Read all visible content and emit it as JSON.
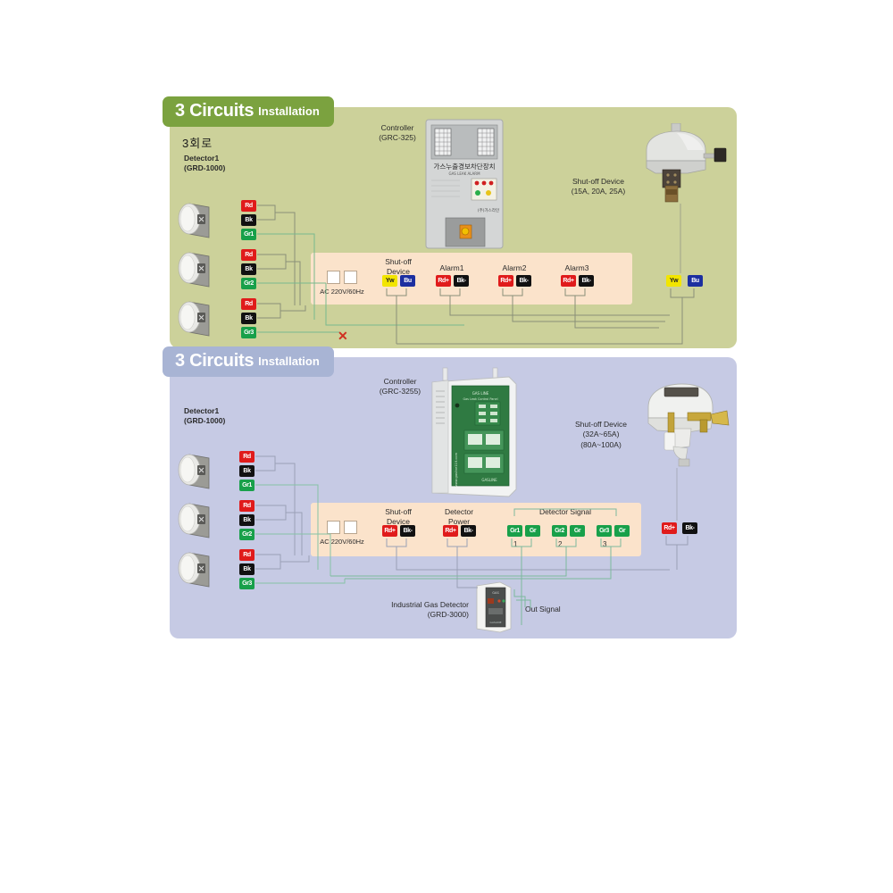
{
  "panels": [
    {
      "id": "top",
      "title_main": "3 Circuits",
      "title_sub": "Installation",
      "korean_circuit": "3회로",
      "detector_label": "Detector1\n(GRD-1000)",
      "controller_label": "Controller\n(GRC-325)",
      "controller_korean": "가스누출경보차단장치",
      "shutoff_label": "Shut-off Device\n(15A, 20A, 25A)",
      "ac_label": "AC 220V/60Hz",
      "terminal_groups": [
        {
          "title": "Shut-off\nDevice",
          "chips": [
            {
              "text": "Yw",
              "color": "yw"
            },
            {
              "text": "Bu",
              "color": "bu"
            }
          ]
        },
        {
          "title": "Alarm1",
          "chips": [
            {
              "text": "Rd+",
              "color": "rd"
            },
            {
              "text": "Bk-",
              "color": "bk"
            }
          ]
        },
        {
          "title": "Alarm2",
          "chips": [
            {
              "text": "Rd+",
              "color": "rd"
            },
            {
              "text": "Bk-",
              "color": "bk"
            }
          ]
        },
        {
          "title": "Alarm3",
          "chips": [
            {
              "text": "Rd+",
              "color": "rd"
            },
            {
              "text": "Bk-",
              "color": "bk"
            }
          ]
        }
      ],
      "device_terminal_chips": [
        {
          "text": "Yw",
          "color": "yw"
        },
        {
          "text": "Bu",
          "color": "bu"
        }
      ],
      "detector_wires": [
        [
          {
            "text": "Rd",
            "color": "rd"
          },
          {
            "text": "Bk",
            "color": "bk"
          },
          {
            "text": "Gr1",
            "color": "gr"
          }
        ],
        [
          {
            "text": "Rd",
            "color": "rd"
          },
          {
            "text": "Bk",
            "color": "bk"
          },
          {
            "text": "Gr2",
            "color": "gr"
          }
        ],
        [
          {
            "text": "Rd",
            "color": "rd"
          },
          {
            "text": "Bk",
            "color": "bk"
          },
          {
            "text": "Gr3",
            "color": "gr"
          }
        ]
      ]
    },
    {
      "id": "bottom",
      "title_main": "3 Circuits",
      "title_sub": "Installation",
      "detector_label": "Detector1\n(GRD-1000)",
      "controller_label": "Controller\n(GRC-3255)",
      "shutoff_label": "Shut-off Device\n(32A~65A)\n(80A~100A)",
      "ac_label": "AC 220V/60Hz",
      "terminal_groups": [
        {
          "title": "Shut-off\nDevice",
          "chips": [
            {
              "text": "Rd+",
              "color": "rd"
            },
            {
              "text": "Bk-",
              "color": "bk"
            }
          ]
        },
        {
          "title": "Detector\nPower",
          "chips": [
            {
              "text": "Rd+",
              "color": "rd"
            },
            {
              "text": "Bk-",
              "color": "bk"
            }
          ]
        }
      ],
      "detector_signal_title": "Detector Signal",
      "detector_signal_pairs": [
        {
          "number": "1",
          "chips": [
            {
              "text": "Gr1",
              "color": "gr"
            },
            {
              "text": "Gr",
              "color": "gr"
            }
          ]
        },
        {
          "number": "2",
          "chips": [
            {
              "text": "Gr2",
              "color": "gr"
            },
            {
              "text": "Gr",
              "color": "gr"
            }
          ]
        },
        {
          "number": "3",
          "chips": [
            {
              "text": "Gr3",
              "color": "gr"
            },
            {
              "text": "Gr",
              "color": "gr"
            }
          ]
        }
      ],
      "device_terminal_chips": [
        {
          "text": "Rd+",
          "color": "rd"
        },
        {
          "text": "Bk-",
          "color": "bk"
        }
      ],
      "industrial_detector_label": "Industrial Gas Detector\n(GRD-3000)",
      "out_signal_label": "Out Signal",
      "detector_wires": [
        [
          {
            "text": "Rd",
            "color": "rd"
          },
          {
            "text": "Bk",
            "color": "bk"
          },
          {
            "text": "Gr1",
            "color": "gr"
          }
        ],
        [
          {
            "text": "Rd",
            "color": "rd"
          },
          {
            "text": "Bk",
            "color": "bk"
          },
          {
            "text": "Gr2",
            "color": "gr"
          }
        ],
        [
          {
            "text": "Rd",
            "color": "rd"
          },
          {
            "text": "Bk",
            "color": "bk"
          },
          {
            "text": "Gr3",
            "color": "gr"
          }
        ]
      ]
    }
  ],
  "colors": {
    "panel_top_bg": "#ccd19a",
    "panel_bottom_bg": "#c6cae4",
    "tab_top_bg": "#7ba23f",
    "tab_bottom_bg": "#a8b4d4",
    "strip_bg": "#fbe3cb",
    "wire_red": "#e01b1b",
    "wire_black": "#111111",
    "wire_green": "#18a04a",
    "wire_yellow": "#f2e500",
    "wire_blue": "#1c2fa0",
    "error_mark": "#d03020"
  }
}
